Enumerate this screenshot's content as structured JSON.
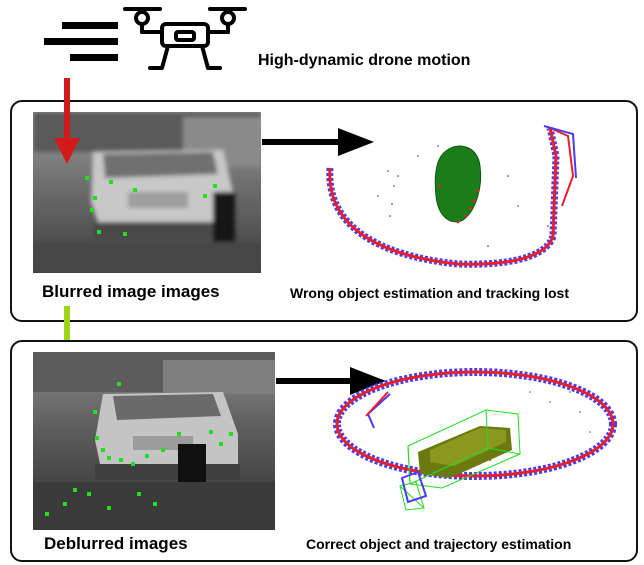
{
  "header": {
    "caption": "High-dynamic drone motion"
  },
  "panels": [
    {
      "image_caption": "Blurred image images",
      "result_caption": "Wrong object estimation and tracking lost"
    },
    {
      "image_caption": "Deblurred images",
      "result_caption": "Correct object and trajectory estimation"
    }
  ],
  "colors": {
    "red_arrow": "#d11a1a",
    "green_arrow": "#9fd21a",
    "trajectory_red": "#e8202a",
    "trajectory_blue": "#4a3cf0",
    "object_green": "#1a7d1a",
    "object_olive": "#6b7a10",
    "feature_points": "#22dd22"
  }
}
